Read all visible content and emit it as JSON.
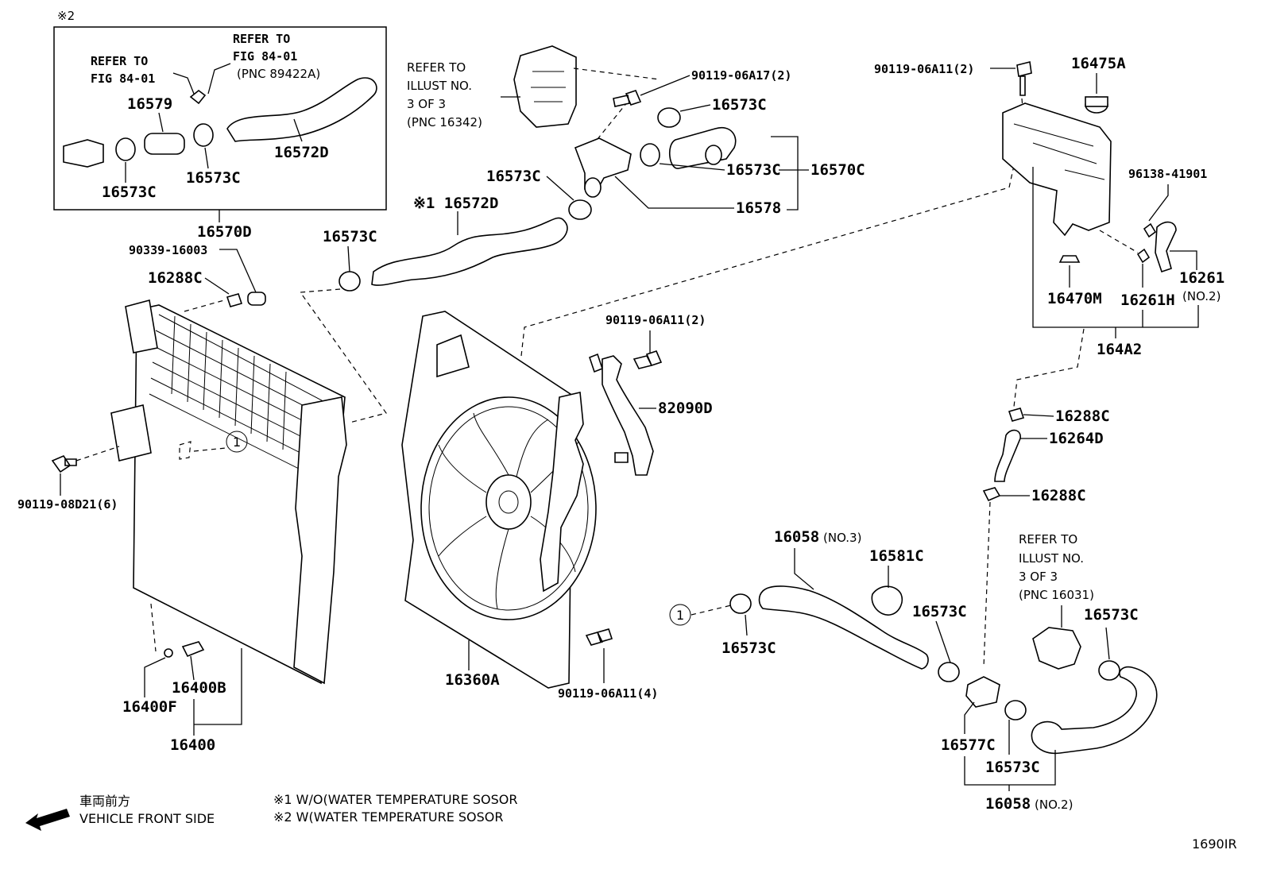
{
  "labels": {
    "note2_mark": "※2",
    "refer_to_a1": "REFER TO",
    "refer_to_a2": "FIG 84-01",
    "refer_to_b1": "REFER TO",
    "refer_to_b2": "FIG 84-01",
    "refer_to_b3": "(PNC 89422A)",
    "p16579": "16579",
    "p16572d_box": "16572D",
    "p16573c_box1": "16573C",
    "p16573c_box2": "16573C",
    "p16570d": "16570D",
    "ref_illust_a1": "REFER TO",
    "ref_illust_a2": "ILLUST NO.",
    "ref_illust_a3": "3 OF 3",
    "ref_illust_a4": "(PNC 16342)",
    "p90119_06a17": "90119-06A17(2)",
    "p16573c_t1": "16573C",
    "p16573c_t2": "16573C",
    "p16570c": "16570C",
    "p16578": "16578",
    "p16573c_mid": "16573C",
    "p16572d_mid": "※1 16572D",
    "p16573c_left": "16573C",
    "p90339": "90339-16003",
    "p16288c_top": "16288C",
    "p90119_06a11_top": "90119-06A11(2)",
    "p16475a": "16475A",
    "p96138": "96138-41901",
    "p16261": "16261",
    "p16261_no": "(NO.2)",
    "p16470m": "16470M",
    "p16261h": "16261H",
    "p164a2": "164A2",
    "p90119_06a11_mid": "90119-06A11(2)",
    "p82090d": "82090D",
    "circle1_a": "1",
    "p90119_08d21": "90119-08D21(6)",
    "p16288c_r1": "16288C",
    "p16264d": "16264D",
    "p16288c_r2": "16288C",
    "p16058_no3": "16058",
    "p16058_no3_sub": "(NO.3)",
    "p16581c": "16581C",
    "ref_illust_b1": "REFER TO",
    "ref_illust_b2": "ILLUST NO.",
    "ref_illust_b3": "3 OF 3",
    "ref_illust_b4": "(PNC 16031)",
    "p16573c_b1": "16573C",
    "p16573c_b2": "16573C",
    "circle1_b": "1",
    "p16573c_b3": "16573C",
    "p16577c": "16577C",
    "p16573c_b4": "16573C",
    "p16058_no2": "16058",
    "p16058_no2_sub": "(NO.2)",
    "p16360a": "16360A",
    "p90119_06a11_bot": "90119-06A11(4)",
    "p16400b": "16400B",
    "p16400f": "16400F",
    "p16400": "16400",
    "front_jp": "車両前方",
    "front_en": "VEHICLE FRONT SIDE",
    "note1": "※1 W/O(WATER TEMPERATURE SOSOR",
    "note2": "※2 W(WATER TEMPERATURE SOSOR",
    "fig_id": "1690IR"
  }
}
